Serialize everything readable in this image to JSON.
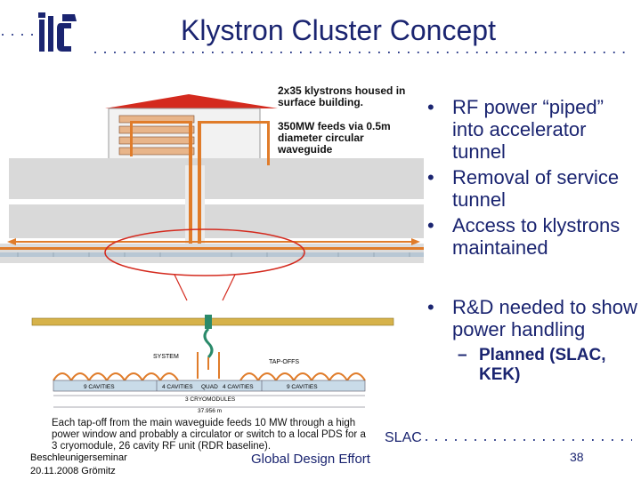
{
  "slide": {
    "title": "Klystron Cluster Concept",
    "bullets": [
      {
        "text": "RF power “piped” into accelerator tunnel"
      },
      {
        "text": "Removal of service tunnel"
      },
      {
        "text": "Access to klystrons maintained"
      },
      {
        "text": "R&D needed to show power handling"
      }
    ],
    "sub_bullet": "Planned (SLAC, KEK)",
    "bullet_marker": "•",
    "sub_marker": "–"
  },
  "diagram": {
    "label_klystrons": [
      "2x35 klystrons housed in",
      "surface building."
    ],
    "label_feeds": [
      "350MW feeds via 0.5m",
      "diameter circular",
      "waveguide"
    ],
    "label_system": "SYSTEM",
    "label_tapoff": "TAP-OFFS",
    "label_9cav_left": "9 CAVITIES",
    "label_4cav_left": "4 CAVITIES",
    "label_quad": "QUAD",
    "label_4cav_right": "4 CAVITIES",
    "label_9cav_right": "9 CAVITIES",
    "label_cryo": "3 CRYOMODULES",
    "label_length": "37.956 m",
    "caption": [
      "Each tap-off from the main waveguide feeds 10 MW through a high",
      "power window and probably a circulator or switch to a local PDS for a",
      "3 cryomodule, 26 cavity RF unit (RDR baseline)."
    ]
  },
  "footer": {
    "event": "Beschleunigerseminar",
    "date_place": "20.11.2008  Grömitz",
    "center": "Global Design Effort",
    "org": "SLAC",
    "page": "38"
  },
  "logo": {
    "text": "ilc"
  },
  "colors": {
    "title": "#1a2470",
    "roof": "#d42a1e",
    "waveguide": "#e07c2a",
    "tunnel": "#d9d9d9",
    "cavity": "#c9dbe8",
    "stem": "#2a8a6a"
  }
}
